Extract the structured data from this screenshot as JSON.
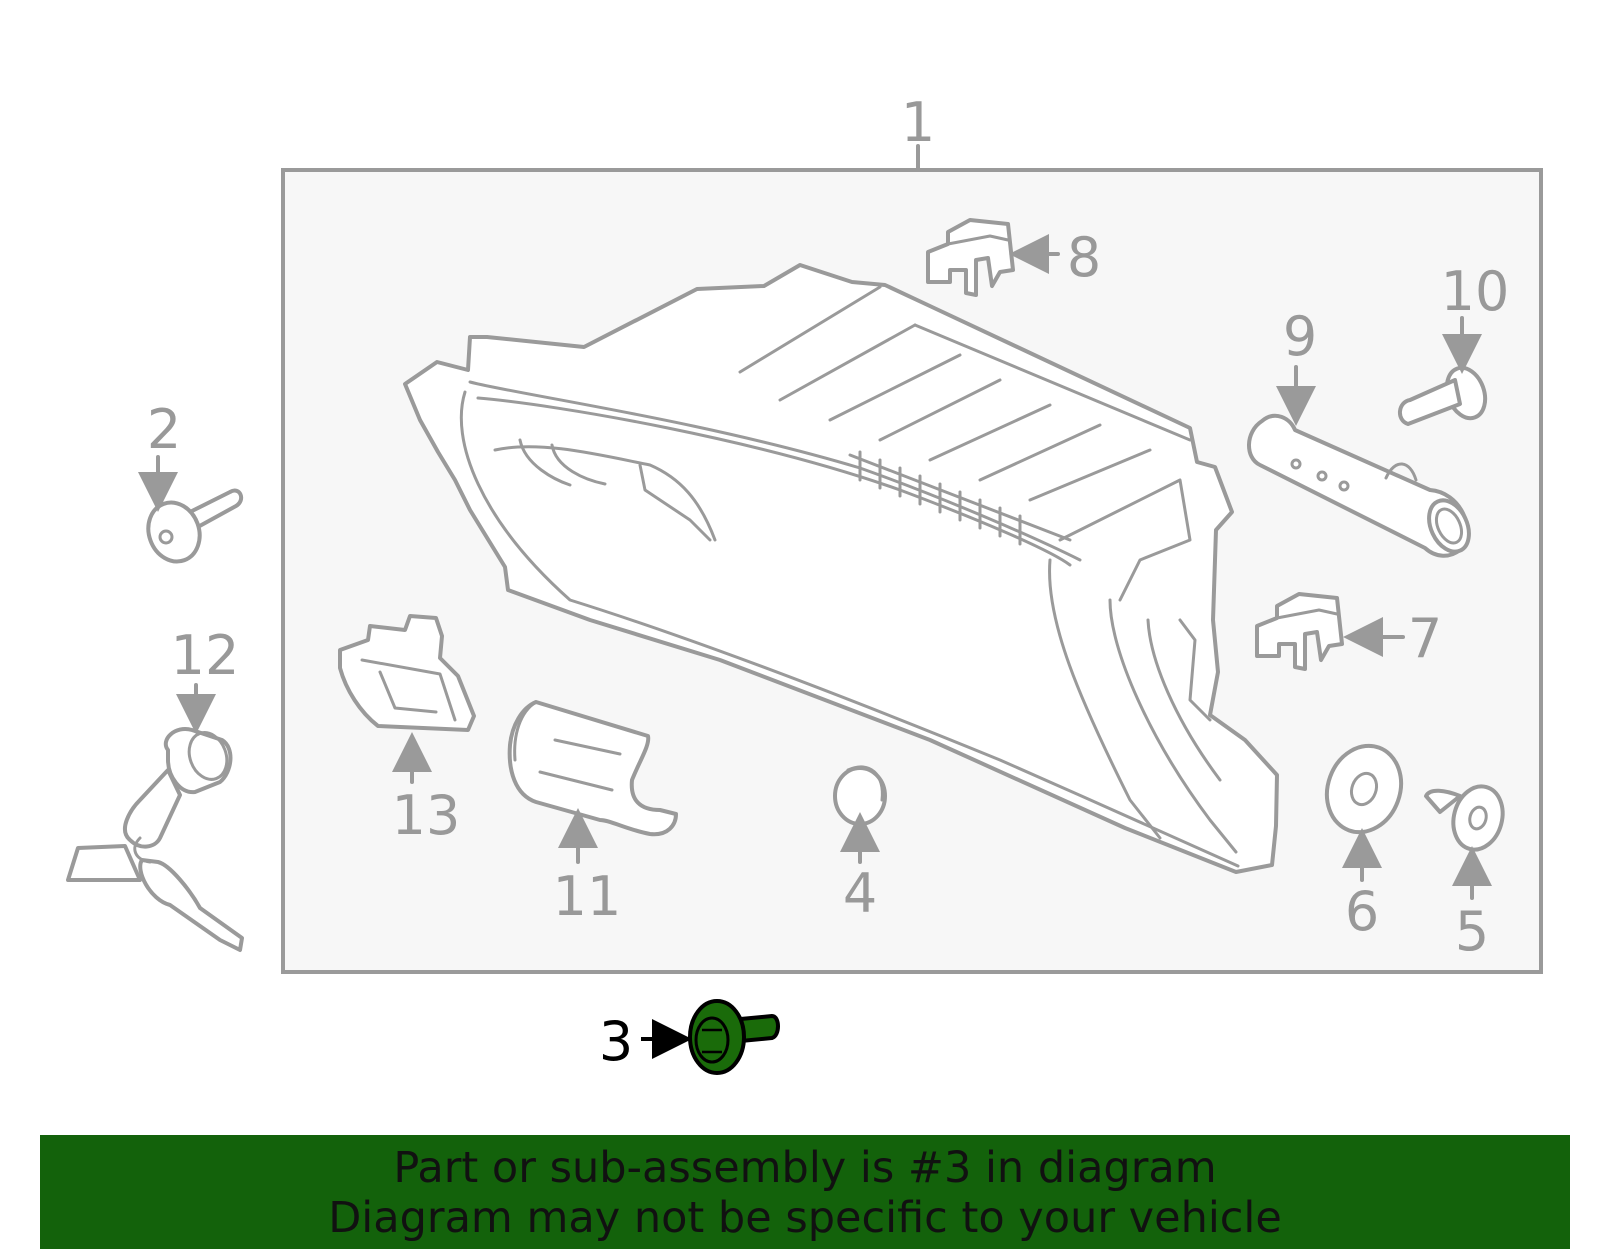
{
  "callouts": {
    "c1": "1",
    "c2": "2",
    "c3": "3",
    "c4": "4",
    "c5": "5",
    "c6": "6",
    "c7": "7",
    "c8": "8",
    "c9": "9",
    "c10": "10",
    "c11": "11",
    "c12": "12",
    "c13": "13"
  },
  "highlight_part": "3",
  "banner": {
    "line1": "Part or sub-assembly is #3 in diagram",
    "line2": "Diagram may not be specific to your vehicle"
  },
  "colors": {
    "highlight": "#1a6b0a",
    "banner_bg": "#13620b",
    "assembly_box_bg": "#f7f7f7",
    "line": "#9a9a9a"
  }
}
